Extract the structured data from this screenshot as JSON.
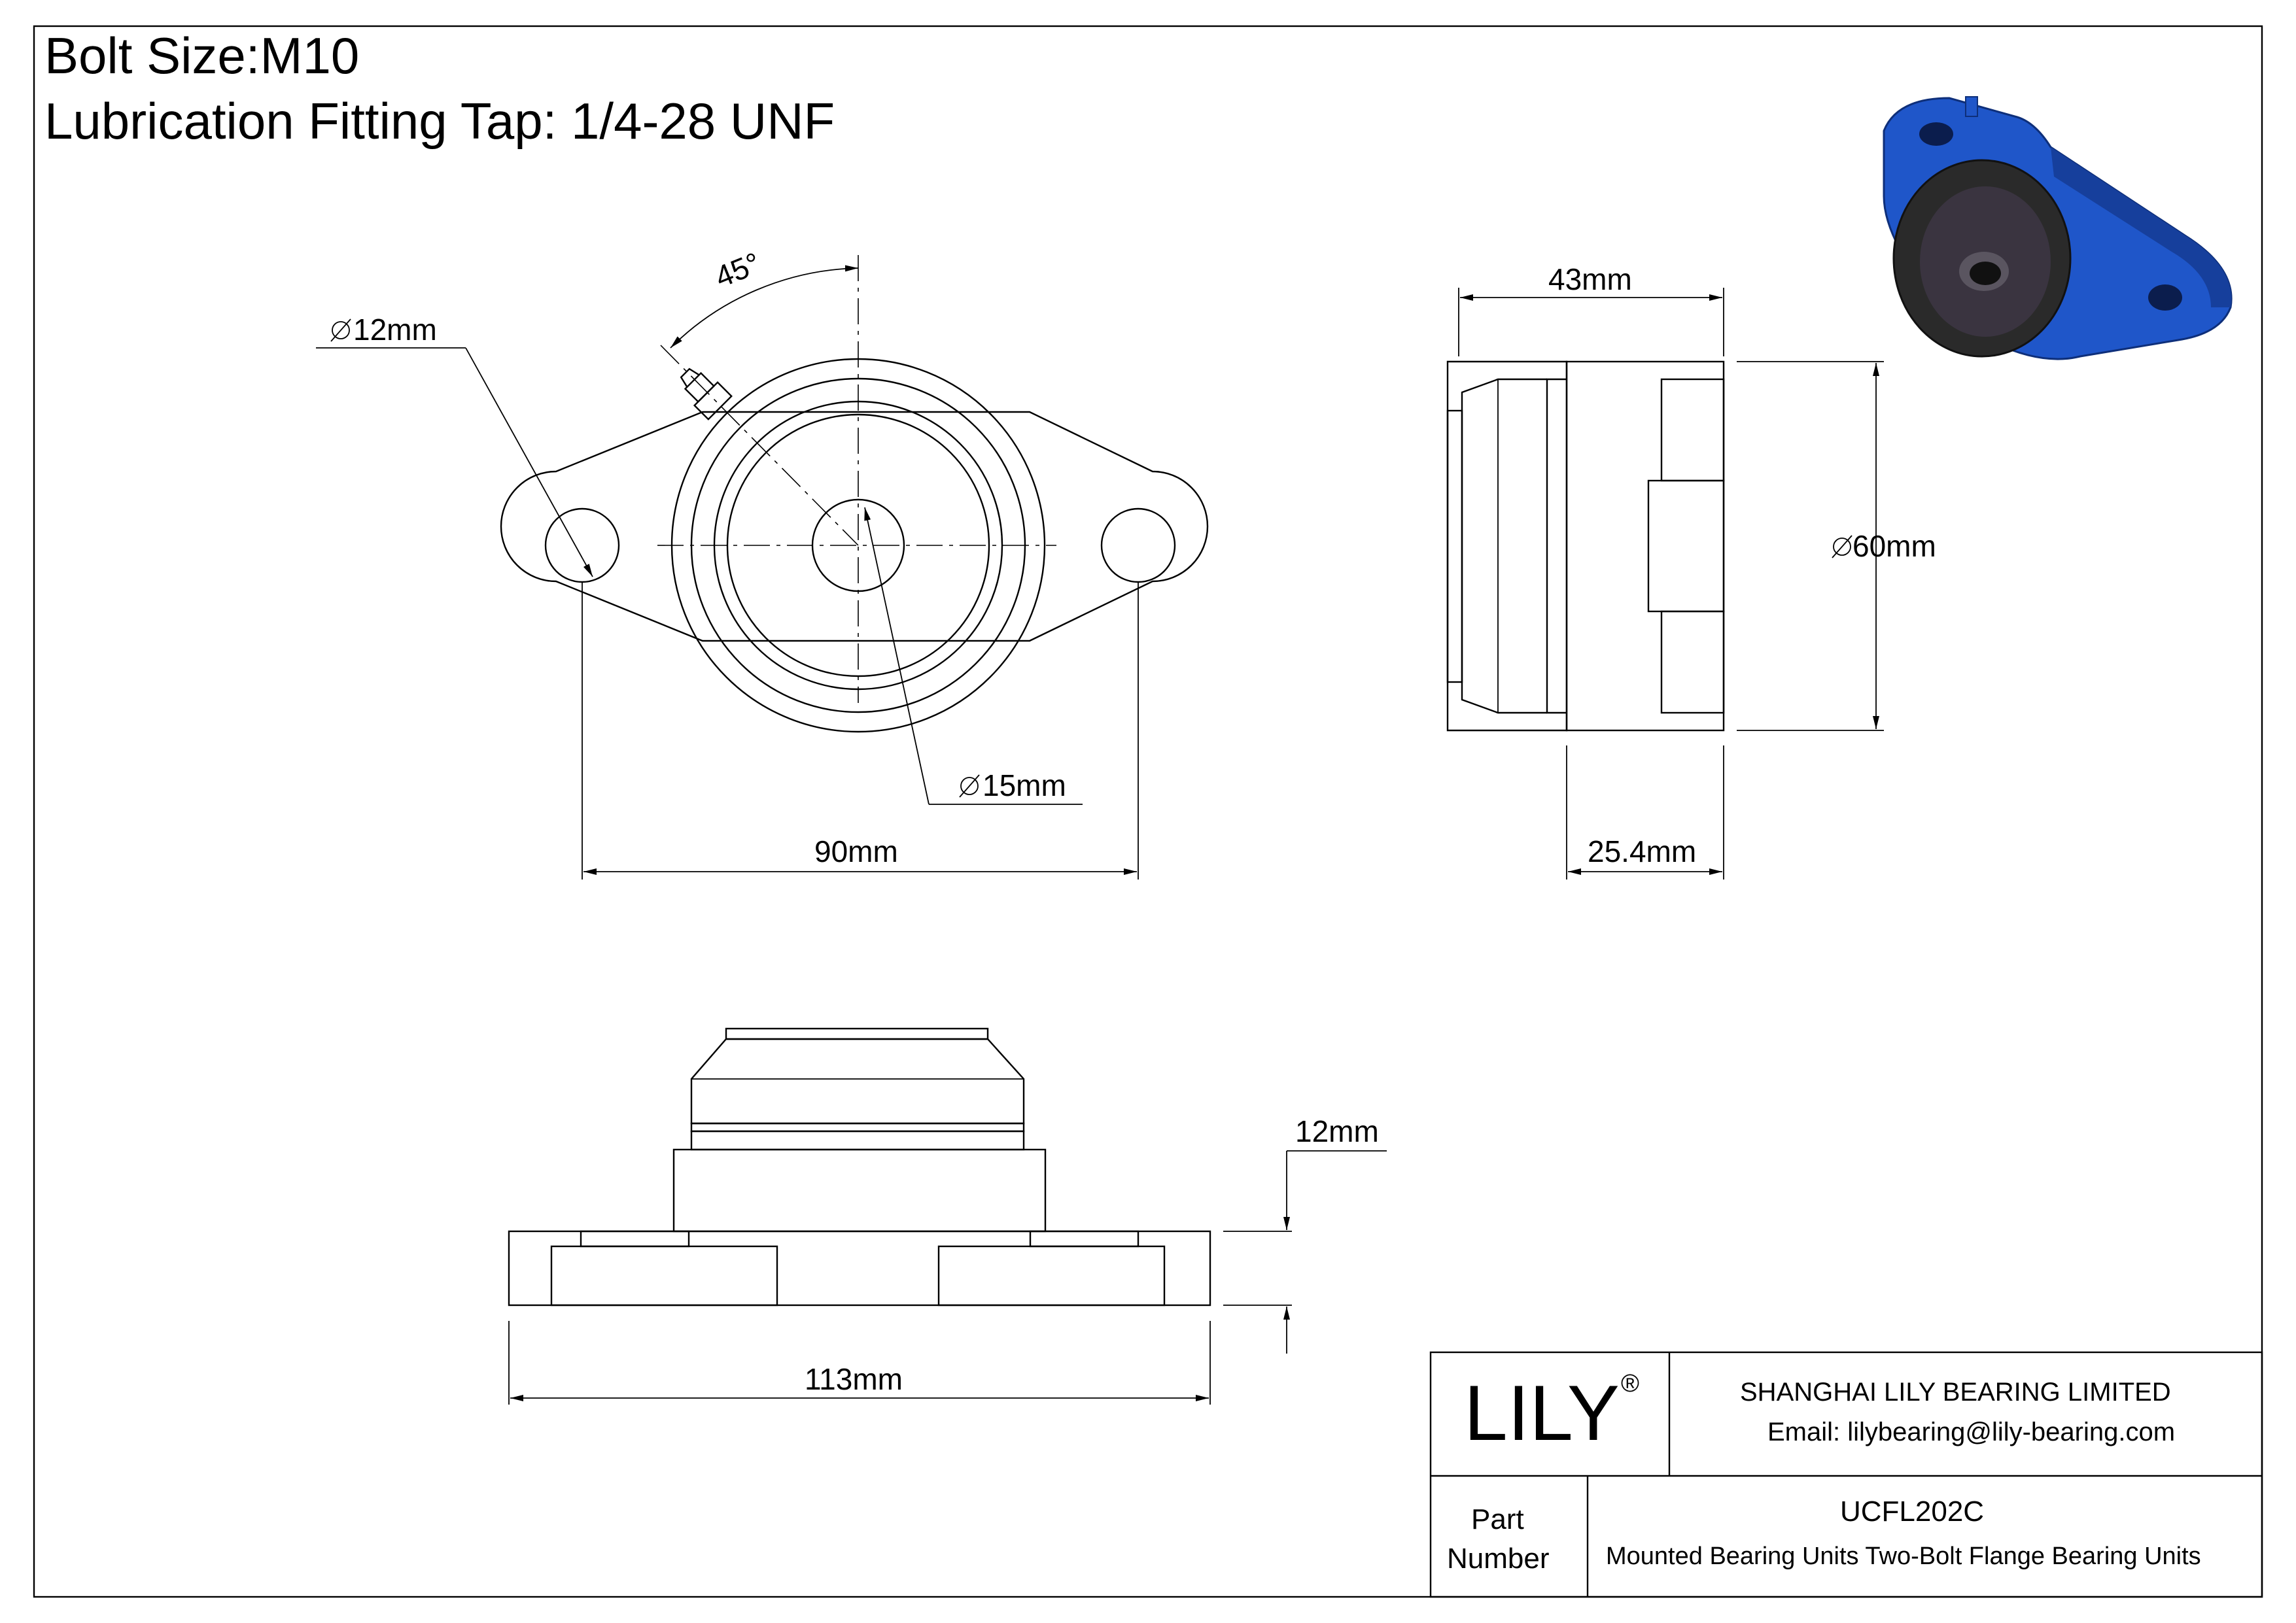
{
  "header": {
    "bolt_size": "Bolt Size:M10",
    "lubrication": "Lubrication Fitting Tap: 1/4-28 UNF"
  },
  "dimensions": {
    "bolt_hole": "12mm",
    "angle": "45°",
    "bore": "15mm",
    "bolt_spacing": "90mm",
    "overall_width": "43mm",
    "housing_diameter": "60mm",
    "inner_width": "25.4mm",
    "flange_thickness": "12mm",
    "overall_length": "113mm"
  },
  "title_block": {
    "logo": "LILY",
    "registered_mark": "®",
    "company": "SHANGHAI LILY BEARING LIMITED",
    "email": "Email: lilybearing@lily-bearing.com",
    "part_label_1": "Part",
    "part_label_2": "Number",
    "part_number": "UCFL202C",
    "description": "Mounted Bearing Units Two-Bolt Flange Bearing Units"
  },
  "thumbnail": {
    "housing_color": "#1f56c9",
    "insert_color": "#2a2a2a"
  }
}
